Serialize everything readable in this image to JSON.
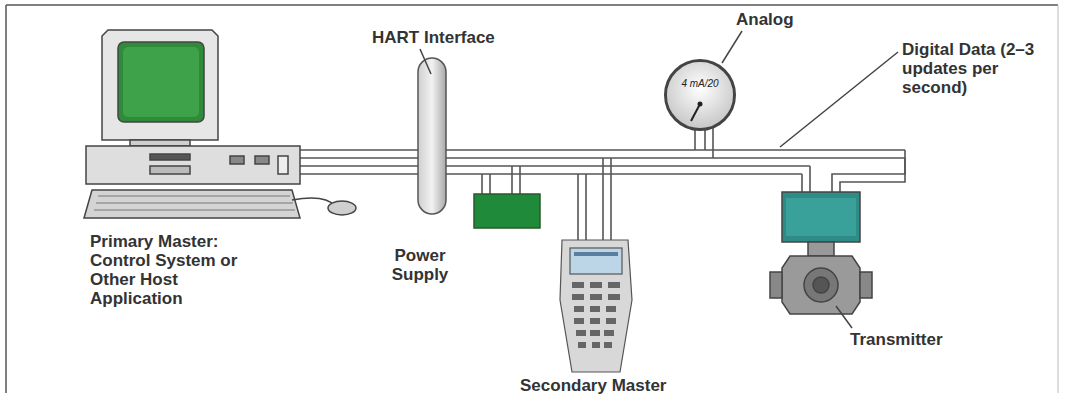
{
  "diagram": {
    "nodes": [
      {
        "text": [
          "4 mA/20"
        ]
      }
    ],
    "labels": [
      "HART Interface",
      "Analog",
      "Digital Data (2–3 updates per second)",
      "Primary Master: Control System or Other Host Application",
      "Power Supply",
      "Secondary Master",
      "Transmitter"
    ]
  }
}
